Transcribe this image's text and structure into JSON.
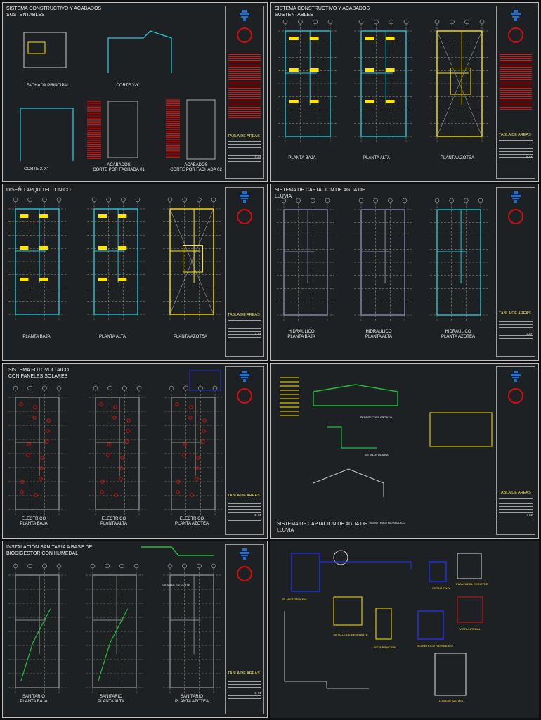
{
  "colors": {
    "background": "#0f0f10",
    "sheet": "#1e2123",
    "frame": "#bfbfbf",
    "grid": "#b8b890",
    "wall_cyan": "#25c6d6",
    "furniture_yellow": "#ffe400",
    "finish_red": "#e01010",
    "green": "#20c040",
    "blue": "#2030d0",
    "title_logo_blue": "#1d6fd8"
  },
  "sheets": [
    {
      "title": "SISTEMA CONSTRUCTIVO Y ACABADOS SUSTENTABLES",
      "code": "S-01",
      "areas_heading": "TABLA DE AREAS",
      "views": [
        "FACHADA PRINCIPAL",
        "CORTE Y-Y'",
        "CORTE X-X'",
        "ACABADOS\nCORTE POR FACHADA 01",
        "ACABADOS\nCORTE POR FACHADA 02"
      ]
    },
    {
      "title": "SISTEMA CONSTRUCTIVO Y ACABADOS SUSTENTABLES",
      "code": "S-01",
      "areas_heading": "TABLA DE AREAS",
      "views": [
        "PLANTA BAJA",
        "PLANTA ALTA",
        "PLANTA AZOTEA"
      ]
    },
    {
      "title": "DISEÑO ARQUITECTONICO",
      "code": "A-01",
      "areas_heading": "TABLA DE AREAS",
      "views": [
        "PLANTA BAJA",
        "PLANTA ALTA",
        "PLANTA AZOTEA"
      ]
    },
    {
      "title": "SISTEMA DE CAPTACION DE AGUA DE LLUVIA",
      "code": "H-01",
      "areas_heading": "TABLA DE AREAS",
      "views": [
        "HIDRAULICO\nPLANTA BAJA",
        "HIDRAULICO\nPLANTA ALTA",
        "HIDRAULICO\nPLANTA AZOTEA"
      ]
    },
    {
      "title": "SISTEMA FOTOVOLTAICO\nCON PANELES SOLARES",
      "code": "IE-01",
      "areas_heading": "TABLA DE AREAS",
      "views": [
        "ELECTRICO\nPLANTA BAJA",
        "ELECTRICO\nPLANTA ALTA",
        "ELECTRICO\nPLANTA AZOTEA"
      ]
    },
    {
      "title": "SISTEMA DE CAPTACION DE AGUA DE\nLLUVIA",
      "code": "H-02",
      "areas_heading": "TABLA DE AREAS",
      "views": [
        "PERSPECTIVA FRONTAL",
        "DETALLE BOMBA",
        "ISOMETRICO HIDRAULICO"
      ]
    },
    {
      "title": "INSTALACIÓN SANITARIA A BASE DE\nBIODIGESTOR CON HUMEDAL",
      "code": "IS-01",
      "areas_heading": "TABLA DE AREAS",
      "views": [
        "SANITARIO\nPLANTA BAJA",
        "SANITARIO\nPLANTA ALTA",
        "SANITARIO\nPLANTA AZOTEA",
        "DETALLE EN CORTE"
      ]
    },
    {
      "title": "",
      "code": "",
      "areas_heading": "",
      "views": [
        "PLANTA GENERAL",
        "DETALLE DE DESPLANTE",
        "VISTA PRINCIPAL",
        "DETALLE X-X",
        "PLANTA DEL REGISTRO",
        "VISTA LATERAL",
        "ISOMETRICO HIDRAULICO",
        "LOSA DE AZOTEA"
      ]
    }
  ]
}
